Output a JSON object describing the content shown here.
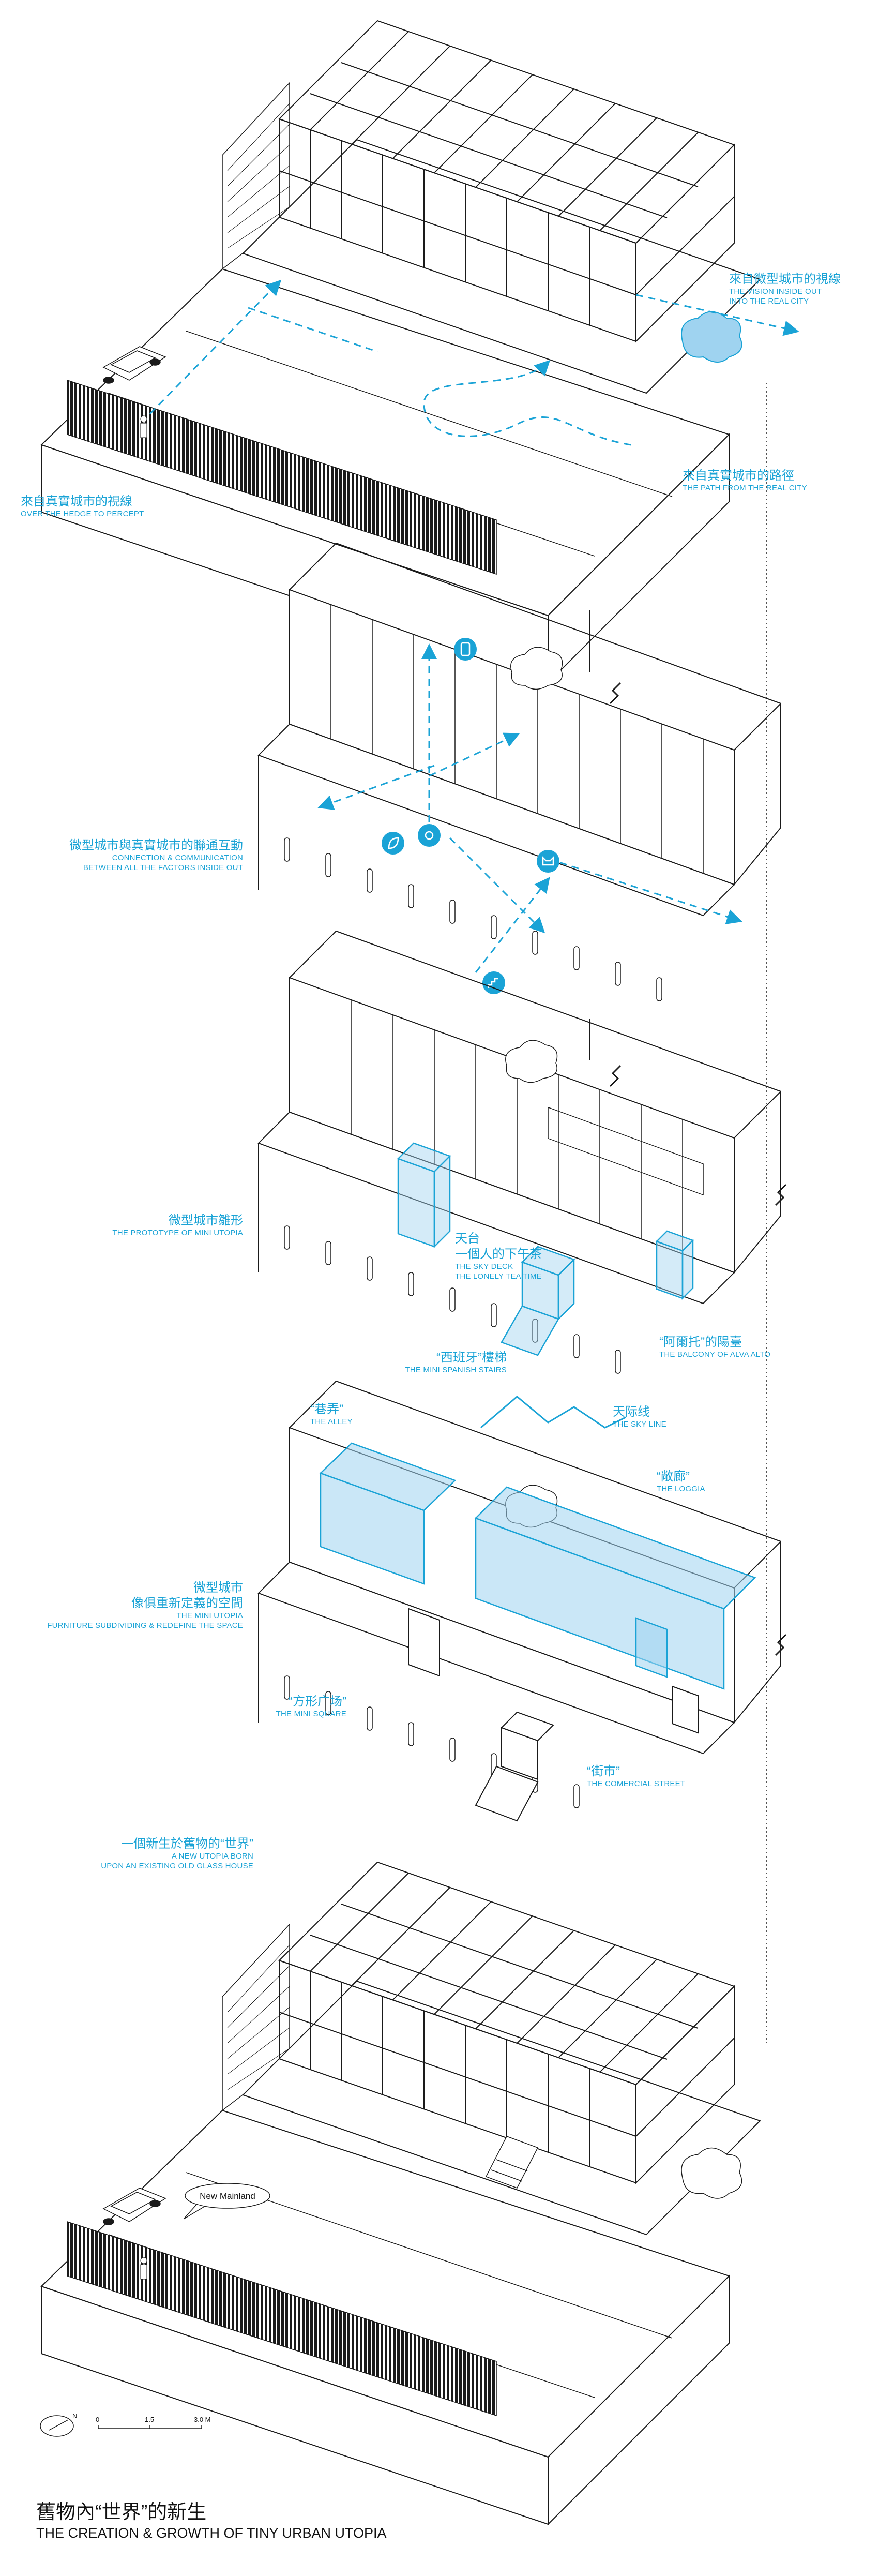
{
  "stage1": {
    "label_hedge": {
      "zh": "來自真實城市的視線",
      "en": "OVER THE HEDGE TO PERCEPT"
    },
    "label_vision": {
      "zh": "來自微型城市的視線",
      "en1": "THE VISION INSIDE OUT",
      "en2": "INTO THE REAL CITY"
    },
    "label_path": {
      "zh": "來自真實城市的路徑",
      "en": "THE PATH FROM THE REAL CITY"
    }
  },
  "stage2": {
    "label_connection": {
      "zh": "微型城市與真實城市的聯通互動",
      "en1": "CONNECTION & COMMUNICATION",
      "en2": "BETWEEN ALL THE FACTORS INSIDE OUT"
    }
  },
  "stage3": {
    "label_prototype": {
      "zh": "微型城市雛形",
      "en": "THE PROTOTYPE OF MINI UTOPIA"
    },
    "label_skydeck": {
      "zh1": "天台",
      "zh2": "一個人的下午茶",
      "en1": "THE SKY DECK",
      "en2": "THE LONELY TEA TIME"
    },
    "label_stairs": {
      "zh": "“西班牙”樓梯",
      "en": "THE MINI SPANISH STAIRS"
    },
    "label_balcony": {
      "zh": "“阿爾托”的陽臺",
      "en": "THE BALCONY OF ALVA ALTO"
    }
  },
  "stage4": {
    "label_alley": {
      "zh": "“巷弄”",
      "en": "THE ALLEY"
    },
    "label_skyline": {
      "zh": "天际线",
      "en": "THE SKY LINE"
    },
    "label_loggia": {
      "zh": "“敞廊”",
      "en": "THE LOGGIA"
    },
    "label_mini_city": {
      "zh1": "微型城市",
      "zh2": "像俱重新定義的空間",
      "en1": "THE MINI UTOPIA",
      "en2": "FURNITURE SUBDIVIDING & REDEFINE THE SPACE"
    },
    "label_square": {
      "zh": "“方形广场”",
      "en": "THE MINI SQUARE"
    },
    "label_street": {
      "zh": "“街市”",
      "en": "THE COMERCIAL STREET"
    }
  },
  "stage5": {
    "label_new_world": {
      "zh": "一個新生於舊物的“世界”",
      "en1": "A NEW UTOPIA BORN",
      "en2": "UPON AN EXISTING OLD GLASS HOUSE"
    },
    "bubble": "New Mainland"
  },
  "scale": {
    "north": "N",
    "ticks": [
      "0",
      "1.5",
      "3.0 M"
    ]
  },
  "title": {
    "zh": "舊物內“世界”的新生",
    "en": "THE CREATION & GROWTH OF  TINY URBAN UTOPIA"
  },
  "colors": {
    "accent": "#1aa3d6",
    "line": "#1a1a1a",
    "glass_fill": "#9fd3f0",
    "tree": "#1aa3d6"
  }
}
